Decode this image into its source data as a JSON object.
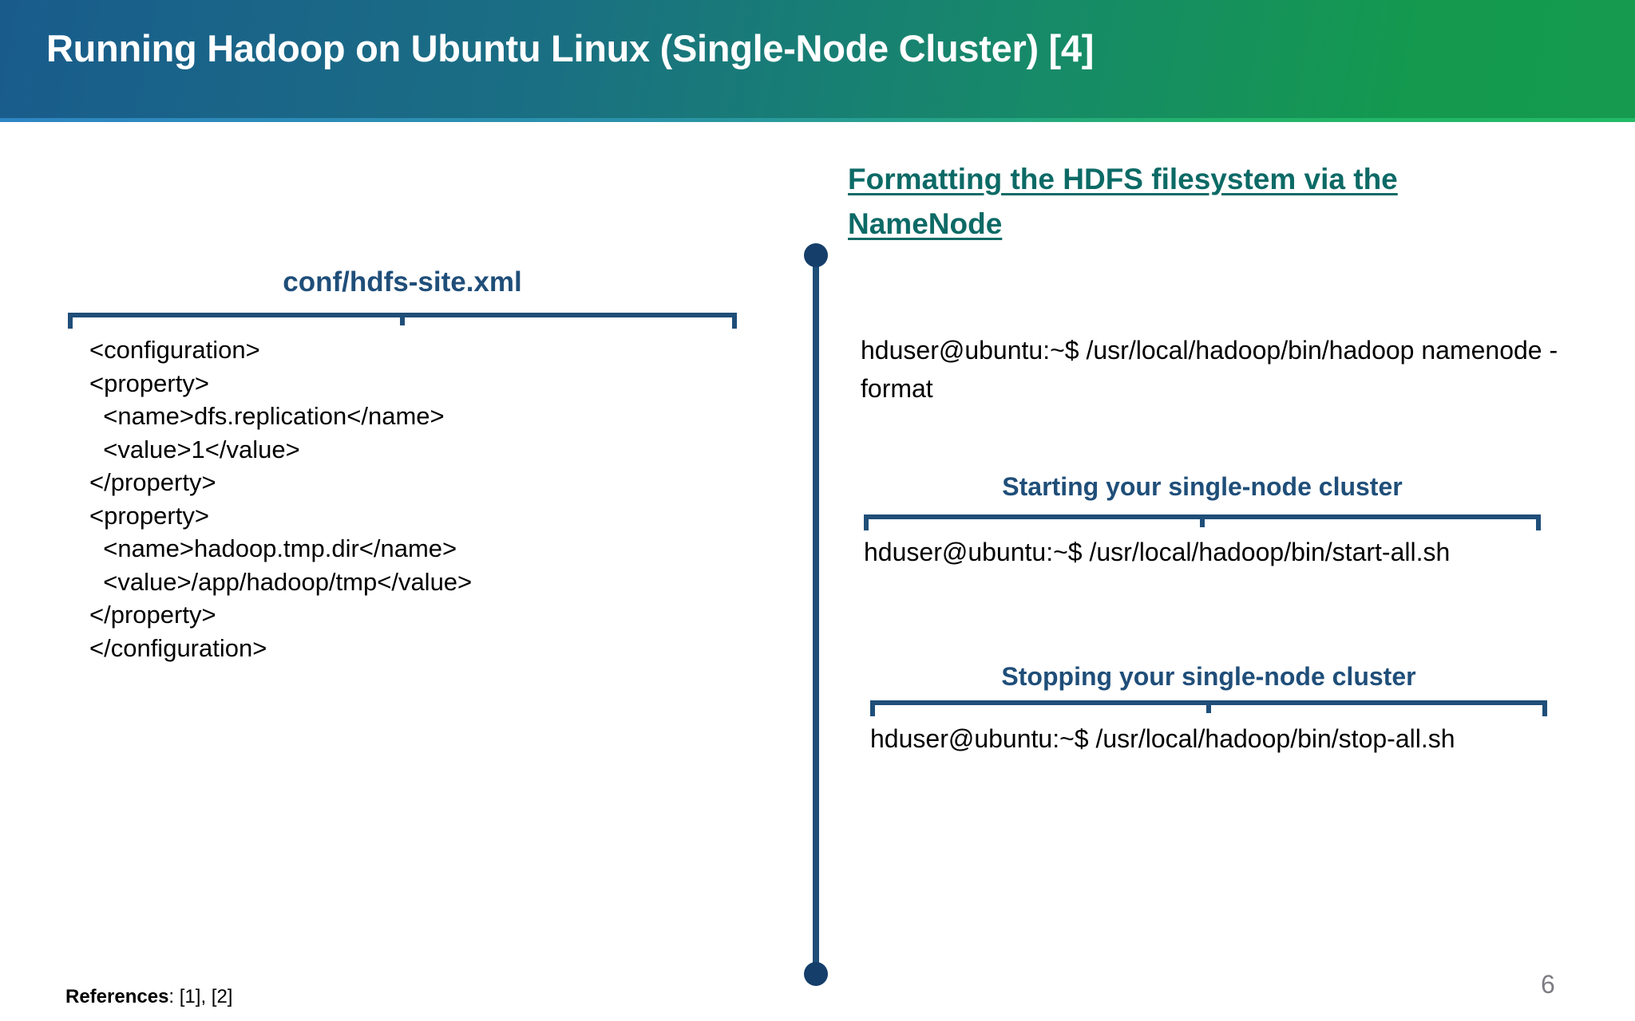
{
  "header": {
    "title": "Running Hadoop on Ubuntu Linux (Single-Node Cluster) [4]",
    "gradient_start": "#195C8C",
    "gradient_end": "#159A4F",
    "accent_rule": "#2E86C4",
    "title_color": "#FFFFFF"
  },
  "left_column": {
    "file_title": "conf/hdfs-site.xml",
    "file_title_color": "#1F4E79",
    "bracket_color": "#1F4E79",
    "code": "<configuration>\n<property>\n  <name>dfs.replication</name>\n  <value>1</value>\n</property>\n<property>\n  <name>hadoop.tmp.dir</name>\n  <value>/app/hadoop/tmp</value>\n</property>\n</configuration>",
    "code_lines": [
      "<configuration>",
      "<property>",
      "  <name>dfs.replication</name>",
      "  <value>1</value>",
      "</property>",
      "<property>",
      "  <name>hadoop.tmp.dir</name>",
      "  <value>/app/hadoop/tmp</value>",
      "</property>",
      "</configuration>"
    ],
    "code_color": "#000000"
  },
  "timeline": {
    "line_color": "#1F4E79",
    "dot_color": "#153E6B"
  },
  "right_column": {
    "format_heading_line1": "Formatting the HDFS filesystem via the",
    "format_heading_line2": "NameNode",
    "format_heading_color": "#0C6A66",
    "format_command": "hduser@ubuntu:~$ /usr/local/hadoop/bin/hadoop namenode -format",
    "start_title": "Starting your single-node cluster",
    "start_command": "hduser@ubuntu:~$ /usr/local/hadoop/bin/start-all.sh",
    "stop_title": "Stopping your single-node cluster",
    "stop_command": "hduser@ubuntu:~$ /usr/local/hadoop/bin/stop-all.sh",
    "subheading_color": "#1F4E79",
    "command_color": "#000000"
  },
  "footer": {
    "references_label": "References",
    "references_value": ": [1], [2]",
    "page_number": "6",
    "page_number_color": "#7C7C82"
  }
}
